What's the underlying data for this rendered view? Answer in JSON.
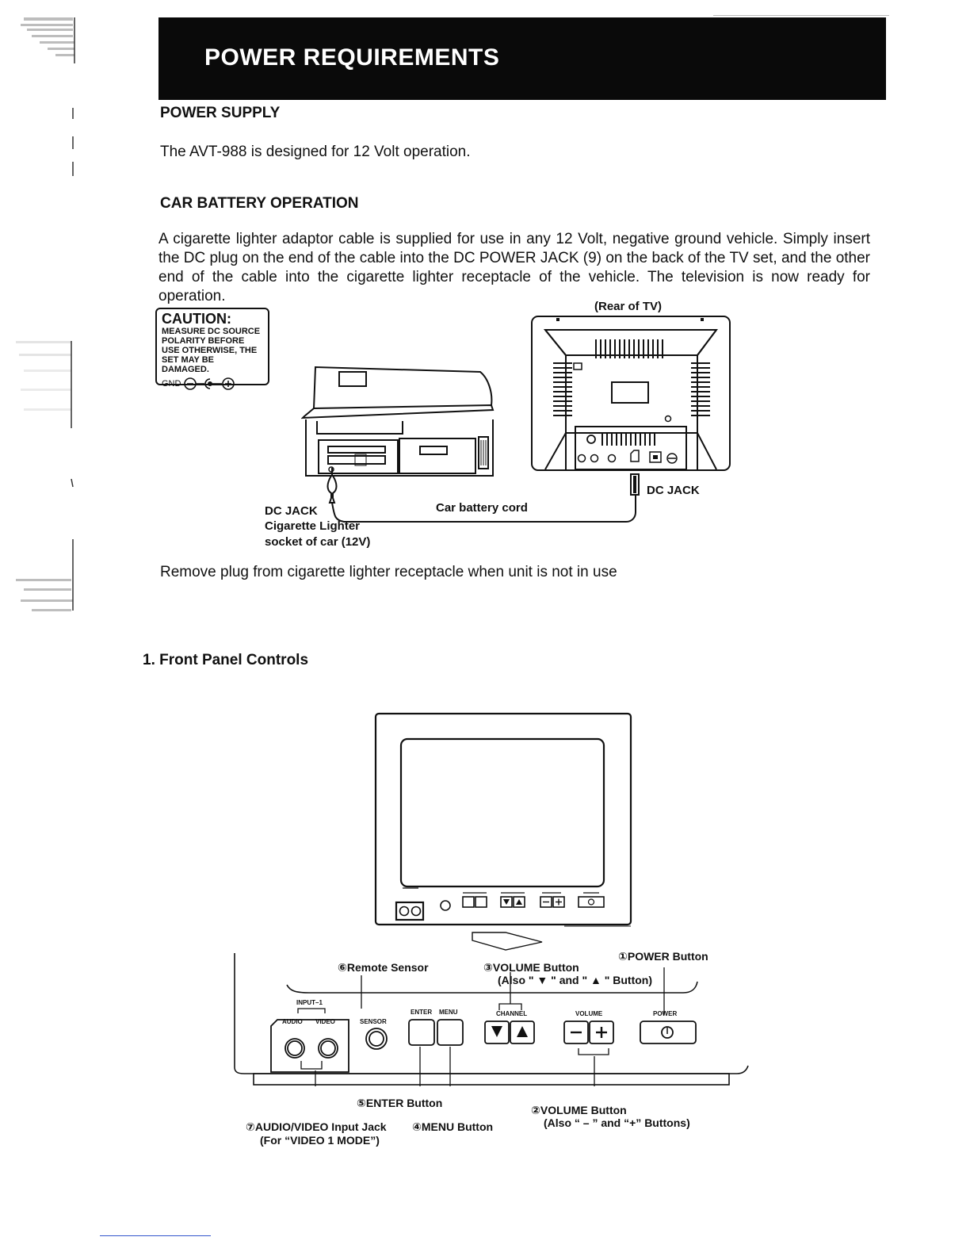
{
  "header": {
    "title": "POWER REQUIREMENTS"
  },
  "power_supply": {
    "heading": "POWER SUPPLY",
    "text": "The AVT-988 is designed for 12 Volt operation."
  },
  "car_battery": {
    "heading": "CAR BATTERY OPERATION",
    "text": "A cigarette lighter adaptor cable is supplied for use in any 12 Volt, negative ground vehicle. Simply insert the DC plug on the end of the cable into the DC POWER JACK (9) on the back of the TV set, and the other end of the cable into the cigarette lighter receptacle of the vehicle. The television is now ready for operation."
  },
  "caution": {
    "title": "CAUTION:",
    "body": "MEASURE DC SOURCE POLARITY BEFORE USE OTHERWISE, THE SET MAY BE DAMAGED.",
    "gnd": "GND"
  },
  "diagram1": {
    "rear_label": "(Rear of TV)",
    "dc_jack_right": "DC JACK",
    "dc_jack_left": "DC JACK",
    "cord_label": "Car battery cord",
    "lighter_label": "Cigarette Lighter",
    "socket_label": "socket of car (12V)"
  },
  "remove_note": "Remove plug from cigarette lighter receptacle when unit is not in use",
  "front_panel": {
    "heading": "1. Front Panel Controls",
    "power_button": "①POWER Button",
    "remote_sensor": "⑥Remote Sensor",
    "volume_button_3": "③VOLUME Button",
    "volume_button_3_sub": "(Also \" ▼ \" and \" ▲ \" Button)",
    "enter_button": "⑤ENTER Button",
    "menu_button": "④MENU Button",
    "volume_button_2": "②VOLUME Button",
    "volume_button_2_sub": "(Also “ – ” and “+” Buttons)",
    "av_jack": "⑦AUDIO/VIDEO Input Jack",
    "av_jack_sub": "(For “VIDEO 1 MODE”)",
    "panel_labels": {
      "input1": "INPUT–1",
      "audio": "AUDIO",
      "video": "VIDEO",
      "sensor": "SENSOR",
      "enter": "ENTER",
      "menu": "MENU",
      "channel": "CHANNEL",
      "volume": "VOLUME",
      "power": "POWER"
    }
  }
}
